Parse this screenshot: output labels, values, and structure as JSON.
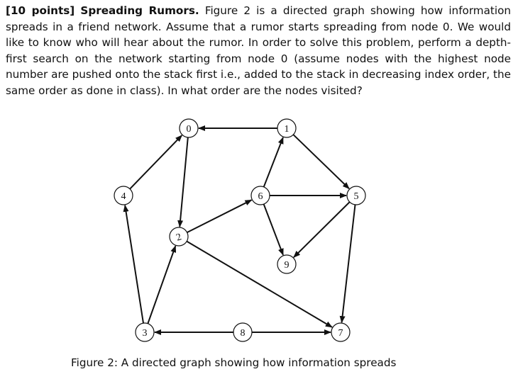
{
  "problem": {
    "points": "[10 points]",
    "title": "Spreading Rumors.",
    "body": "Figure 2 is a directed graph showing how information spreads in a friend network. Assume that a rumor starts spreading from node 0. We would like to know who will hear about the rumor. In order to solve this problem, perform a depth-first search on the network starting from node 0 (assume nodes with the highest node number are pushed onto the stack first i.e., added to the stack in decreasing index order, the same order as done in class). In what order are the nodes visited?"
  },
  "graph": {
    "nodes": [
      {
        "id": "0",
        "label": "0"
      },
      {
        "id": "1",
        "label": "1"
      },
      {
        "id": "2",
        "label": "2"
      },
      {
        "id": "3",
        "label": "3"
      },
      {
        "id": "4",
        "label": "4"
      },
      {
        "id": "5",
        "label": "5"
      },
      {
        "id": "6",
        "label": "6"
      },
      {
        "id": "7",
        "label": "7"
      },
      {
        "id": "8",
        "label": "8"
      },
      {
        "id": "9",
        "label": "9"
      }
    ],
    "edges": [
      {
        "from": "1",
        "to": "0"
      },
      {
        "from": "0",
        "to": "2"
      },
      {
        "from": "4",
        "to": "0"
      },
      {
        "from": "1",
        "to": "5"
      },
      {
        "from": "6",
        "to": "1"
      },
      {
        "from": "6",
        "to": "5"
      },
      {
        "from": "6",
        "to": "9"
      },
      {
        "from": "5",
        "to": "9"
      },
      {
        "from": "5",
        "to": "7"
      },
      {
        "from": "2",
        "to": "6"
      },
      {
        "from": "2",
        "to": "7"
      },
      {
        "from": "3",
        "to": "4"
      },
      {
        "from": "3",
        "to": "2"
      },
      {
        "from": "8",
        "to": "3"
      },
      {
        "from": "8",
        "to": "7"
      }
    ]
  },
  "caption": "Figure 2: A directed graph showing how information spreads"
}
